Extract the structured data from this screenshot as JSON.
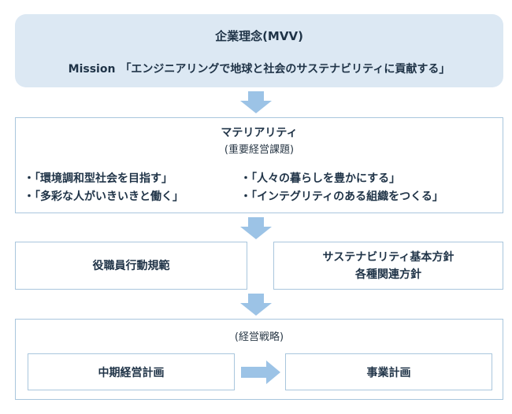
{
  "mission": {
    "title": "企業理念(MVV)",
    "label": "Mission",
    "text": "「エンジニアリングで地球と社会のサステナビリティに貢献する」"
  },
  "materiality": {
    "title": "マテリアリティ",
    "subtitle": "(重要経営課題)",
    "items": [
      "・「環境調和型社会を目指す」",
      "・「人々の暮らしを豊かにする」",
      "・「多彩な人がいきいきと働く」",
      "・「インテグリティのある組織をつくる」"
    ]
  },
  "middle": {
    "left": "役職員行動規範",
    "right_line1": "サステナビリティ基本方針",
    "right_line2": "各種関連方針"
  },
  "strategy": {
    "label": "(経営戦略)",
    "plan_left": "中期経営計画",
    "plan_right": "事業計画"
  },
  "colors": {
    "mission_bg": "#dce8f3",
    "border": "#a9c6dd",
    "arrow": "#9cc3e6",
    "text": "#1f3347"
  }
}
